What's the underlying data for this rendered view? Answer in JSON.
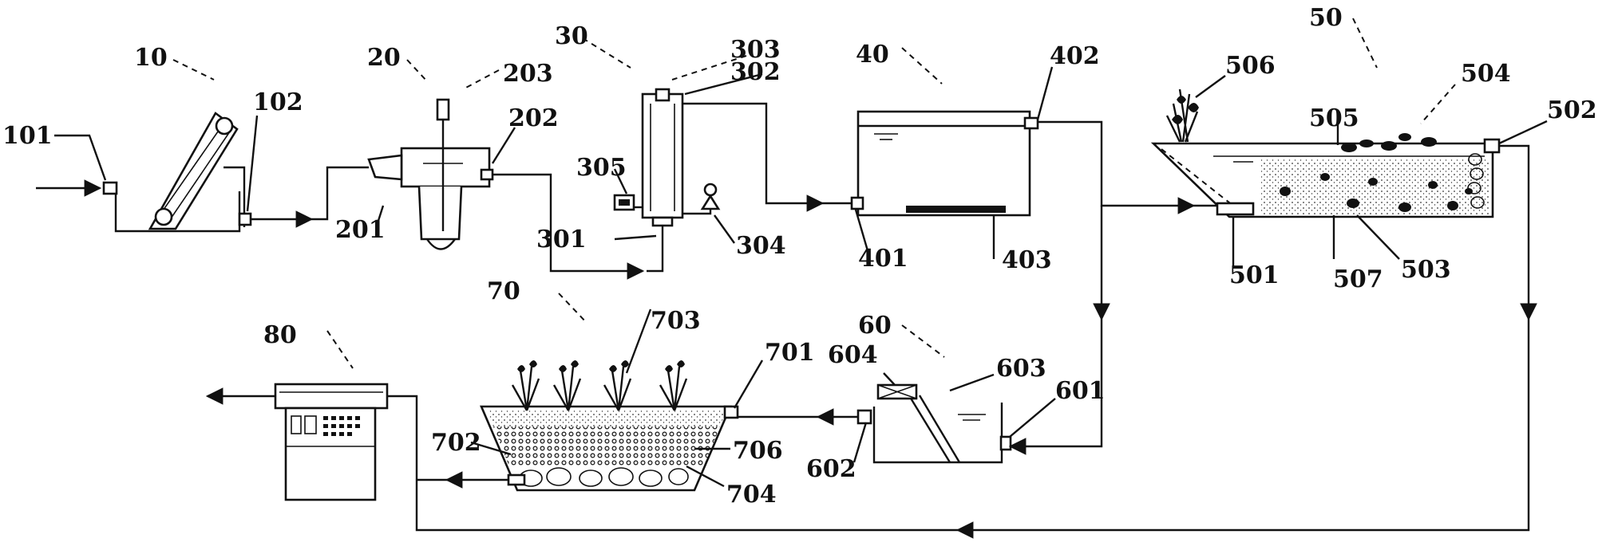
{
  "diagram": {
    "units": [
      {
        "id": "10"
      },
      {
        "id": "20"
      },
      {
        "id": "30"
      },
      {
        "id": "40"
      },
      {
        "id": "50"
      },
      {
        "id": "60"
      },
      {
        "id": "70"
      },
      {
        "id": "80"
      }
    ],
    "labels": {
      "u10": "10",
      "u101": "101",
      "u102": "102",
      "u20": "20",
      "u201": "201",
      "u202": "202",
      "u203": "203",
      "u30": "30",
      "u301": "301",
      "u302": "302",
      "u303": "303",
      "u304": "304",
      "u305": "305",
      "u40": "40",
      "u401": "401",
      "u402": "402",
      "u403": "403",
      "u50": "50",
      "u501": "501",
      "u502": "502",
      "u503": "503",
      "u504": "504",
      "u505": "505",
      "u506": "506",
      "u507": "507",
      "u60": "60",
      "u601": "601",
      "u602": "602",
      "u603": "603",
      "u604": "604",
      "u70": "70",
      "u701": "701",
      "u702": "702",
      "u703": "703",
      "u704": "704",
      "u706": "706",
      "u80": "80"
    }
  }
}
